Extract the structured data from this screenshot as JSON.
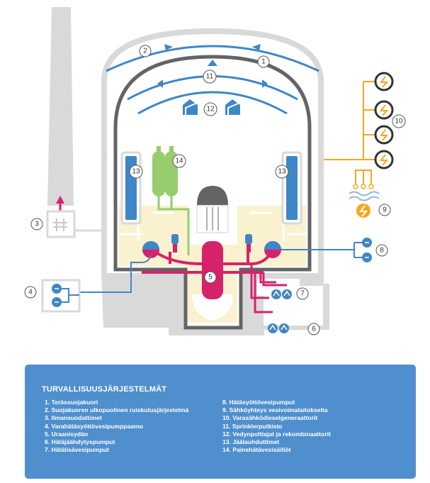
{
  "legend": {
    "title": "TURVALLISUUSJÄRJESTELMÄT",
    "items": [
      "1. Terässuojakuori",
      "2. Suojakuoren ulkopuolinen ruiskutusjärjestelmä",
      "3. Ilmansuodattimet",
      "4. Varahätäsyöttövesipumppaamo",
      "5. Uraanisydän",
      "6. Hätäjäähdytyspumput",
      "7. Hätälisävesipumput",
      "8. Hätäsyöttövesipumput",
      "9. Sähköyhteys vesivoimalaitokselta",
      "10. Varasähködieselgeneraattorit",
      "11. Sprinklerputkisto",
      "12. Vedynpolttajat ja rekombinaattorit",
      "13. Jäälauhduttimet",
      "14. Painehätävesisäiliöt"
    ]
  },
  "callouts": {
    "c1": "1",
    "c2": "2",
    "c3": "3",
    "c4": "4",
    "c5": "5",
    "c6": "6",
    "c7": "7",
    "c8": "8",
    "c9": "9",
    "c10": "10",
    "c11": "11",
    "c12": "12",
    "c13a": "13",
    "c13b": "13",
    "c14": "14"
  },
  "colors": {
    "building": "#d9d9d9",
    "containment": "#636466",
    "spray_blue": "#3f86c6",
    "reactor_pink": "#d6226b",
    "cream": "#faf1cf",
    "tank_green": "#97cd6c",
    "electric_orange": "#f5a81c",
    "legend_bg": "#4f8fcd"
  }
}
